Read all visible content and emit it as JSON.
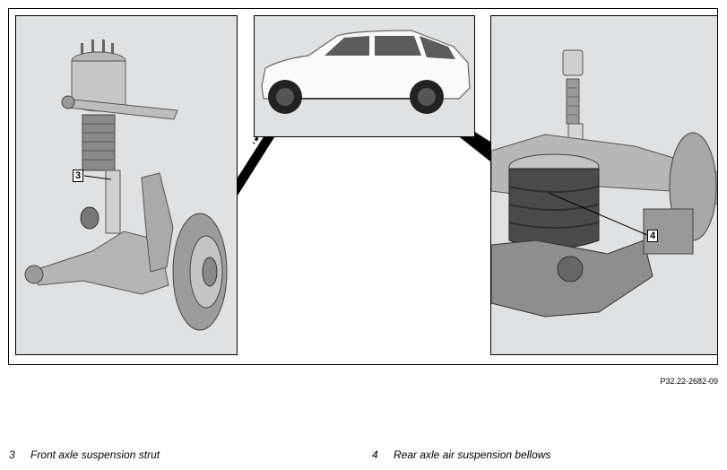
{
  "figure": {
    "reference_code": "P32.22-2682-09",
    "callouts": {
      "front": "3",
      "rear": "4"
    }
  },
  "legend": [
    {
      "number": "3",
      "text": "Front axle suspension strut"
    },
    {
      "number": "4",
      "text": "Rear axle air suspension bellows"
    }
  ]
}
